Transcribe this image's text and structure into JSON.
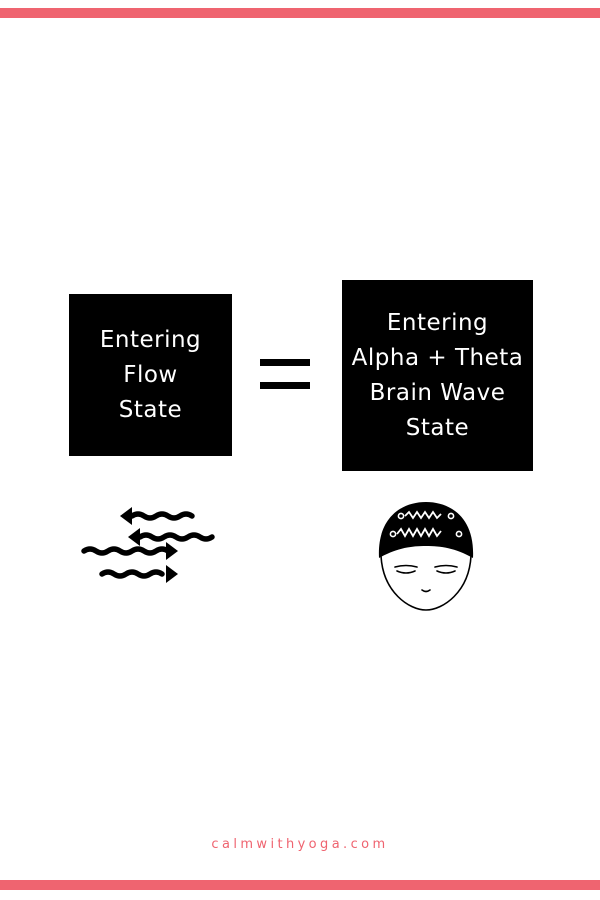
{
  "colors": {
    "accent": "#ef6470",
    "box_background": "#000000",
    "box_text": "#ffffff"
  },
  "left_box": {
    "lines": [
      "Entering",
      "Flow",
      "State"
    ]
  },
  "right_box": {
    "lines": [
      "Entering",
      "Alpha + Theta",
      "Brain Wave",
      "State"
    ]
  },
  "icons": {
    "left": "flowing-waves-icon",
    "right": "brain-wave-head-icon",
    "between_boxes": "equals-sign"
  },
  "footer": {
    "website": "calmwithyoga.com"
  }
}
